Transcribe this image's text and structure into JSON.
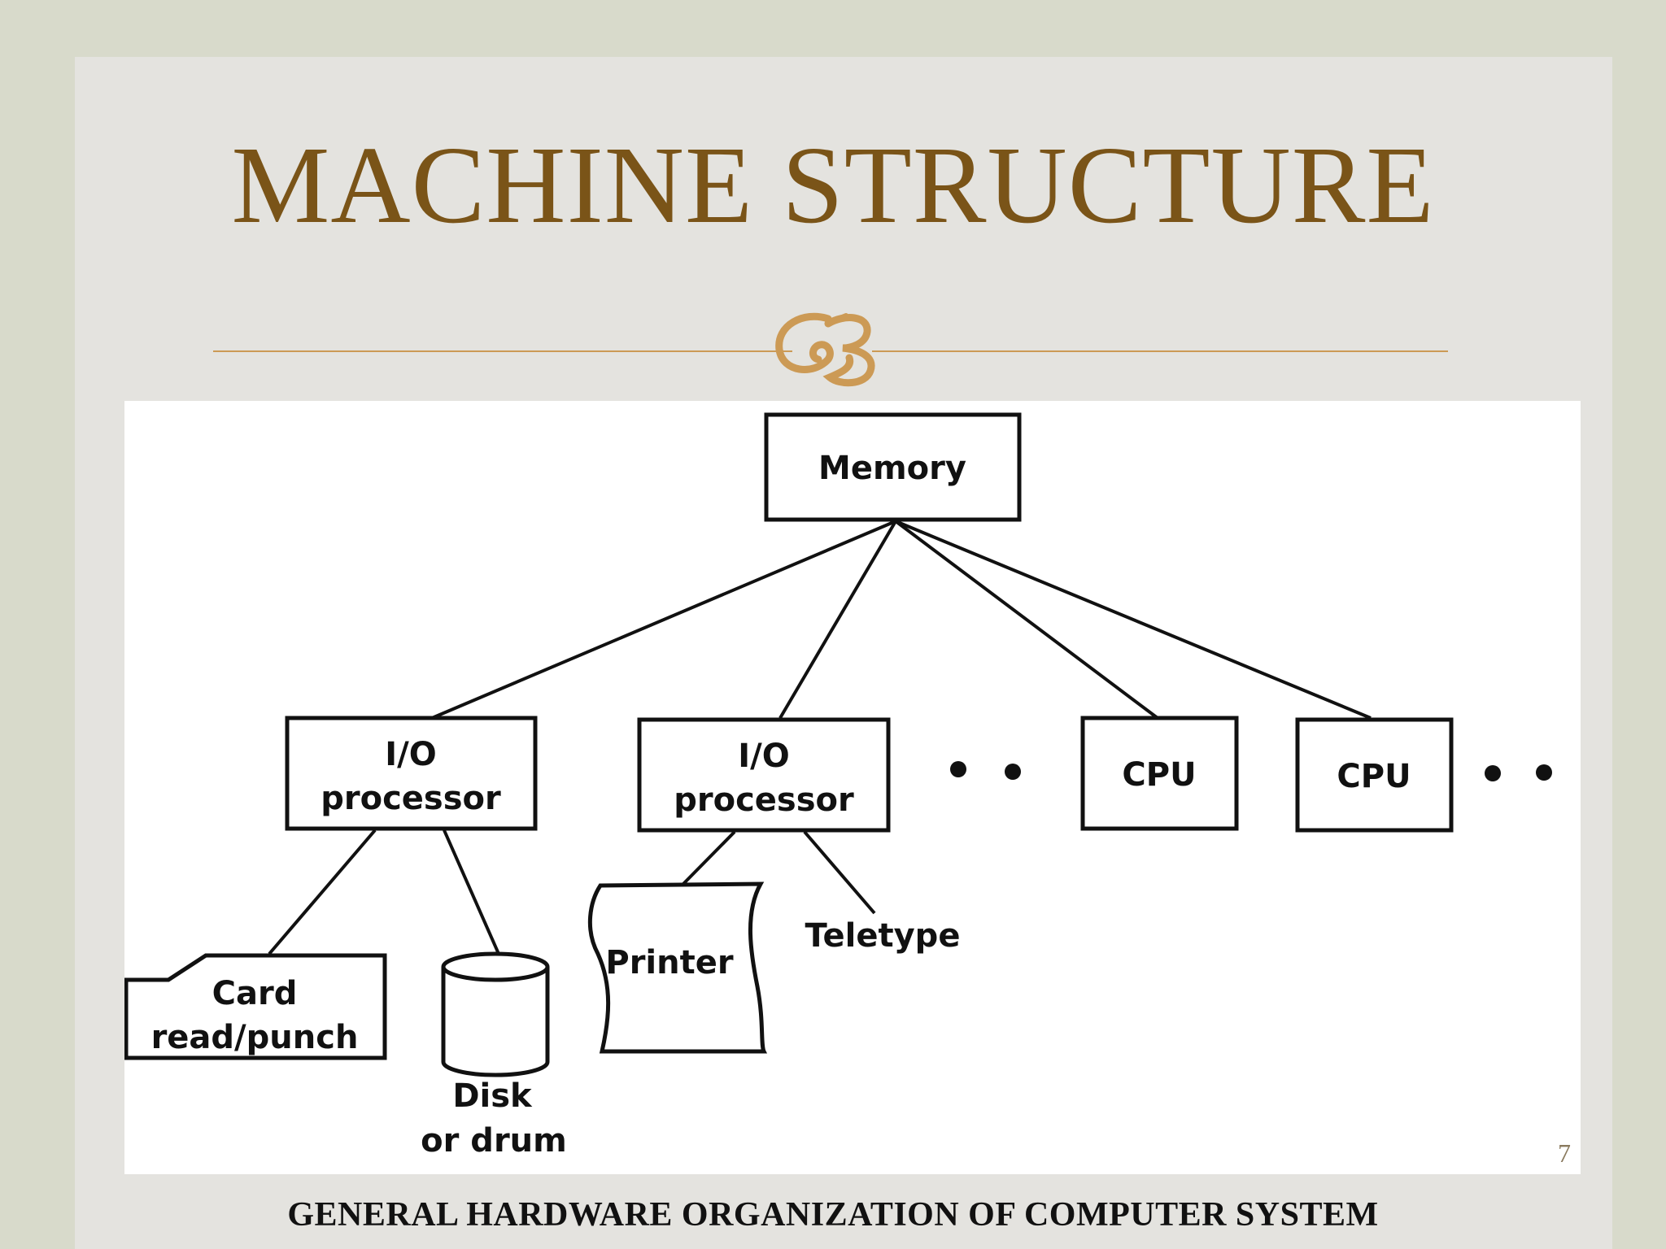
{
  "slide": {
    "title": "MACHINE STRUCTURE",
    "ornament_icon": "swash-ornament-icon",
    "accent_color": "#7a5418",
    "divider_color": "#cc9a55",
    "page_number": "7",
    "caption": "GENERAL HARDWARE ORGANIZATION OF COMPUTER SYSTEM"
  },
  "diagram": {
    "nodes": {
      "memory": "Memory",
      "io1": [
        "I/O",
        "processor"
      ],
      "io2": [
        "I/O",
        "processor"
      ],
      "cpu1": "CPU",
      "cpu2": "CPU",
      "card": [
        "Card",
        "read/punch"
      ],
      "disk": [
        "Disk",
        "or drum"
      ],
      "printer": "Printer",
      "teletype": "Teletype"
    },
    "edges": [
      [
        "memory",
        "io1"
      ],
      [
        "memory",
        "io2"
      ],
      [
        "memory",
        "cpu1"
      ],
      [
        "memory",
        "cpu2"
      ],
      [
        "io1",
        "card"
      ],
      [
        "io1",
        "disk"
      ],
      [
        "io2",
        "printer"
      ],
      [
        "io2",
        "teletype"
      ]
    ]
  }
}
